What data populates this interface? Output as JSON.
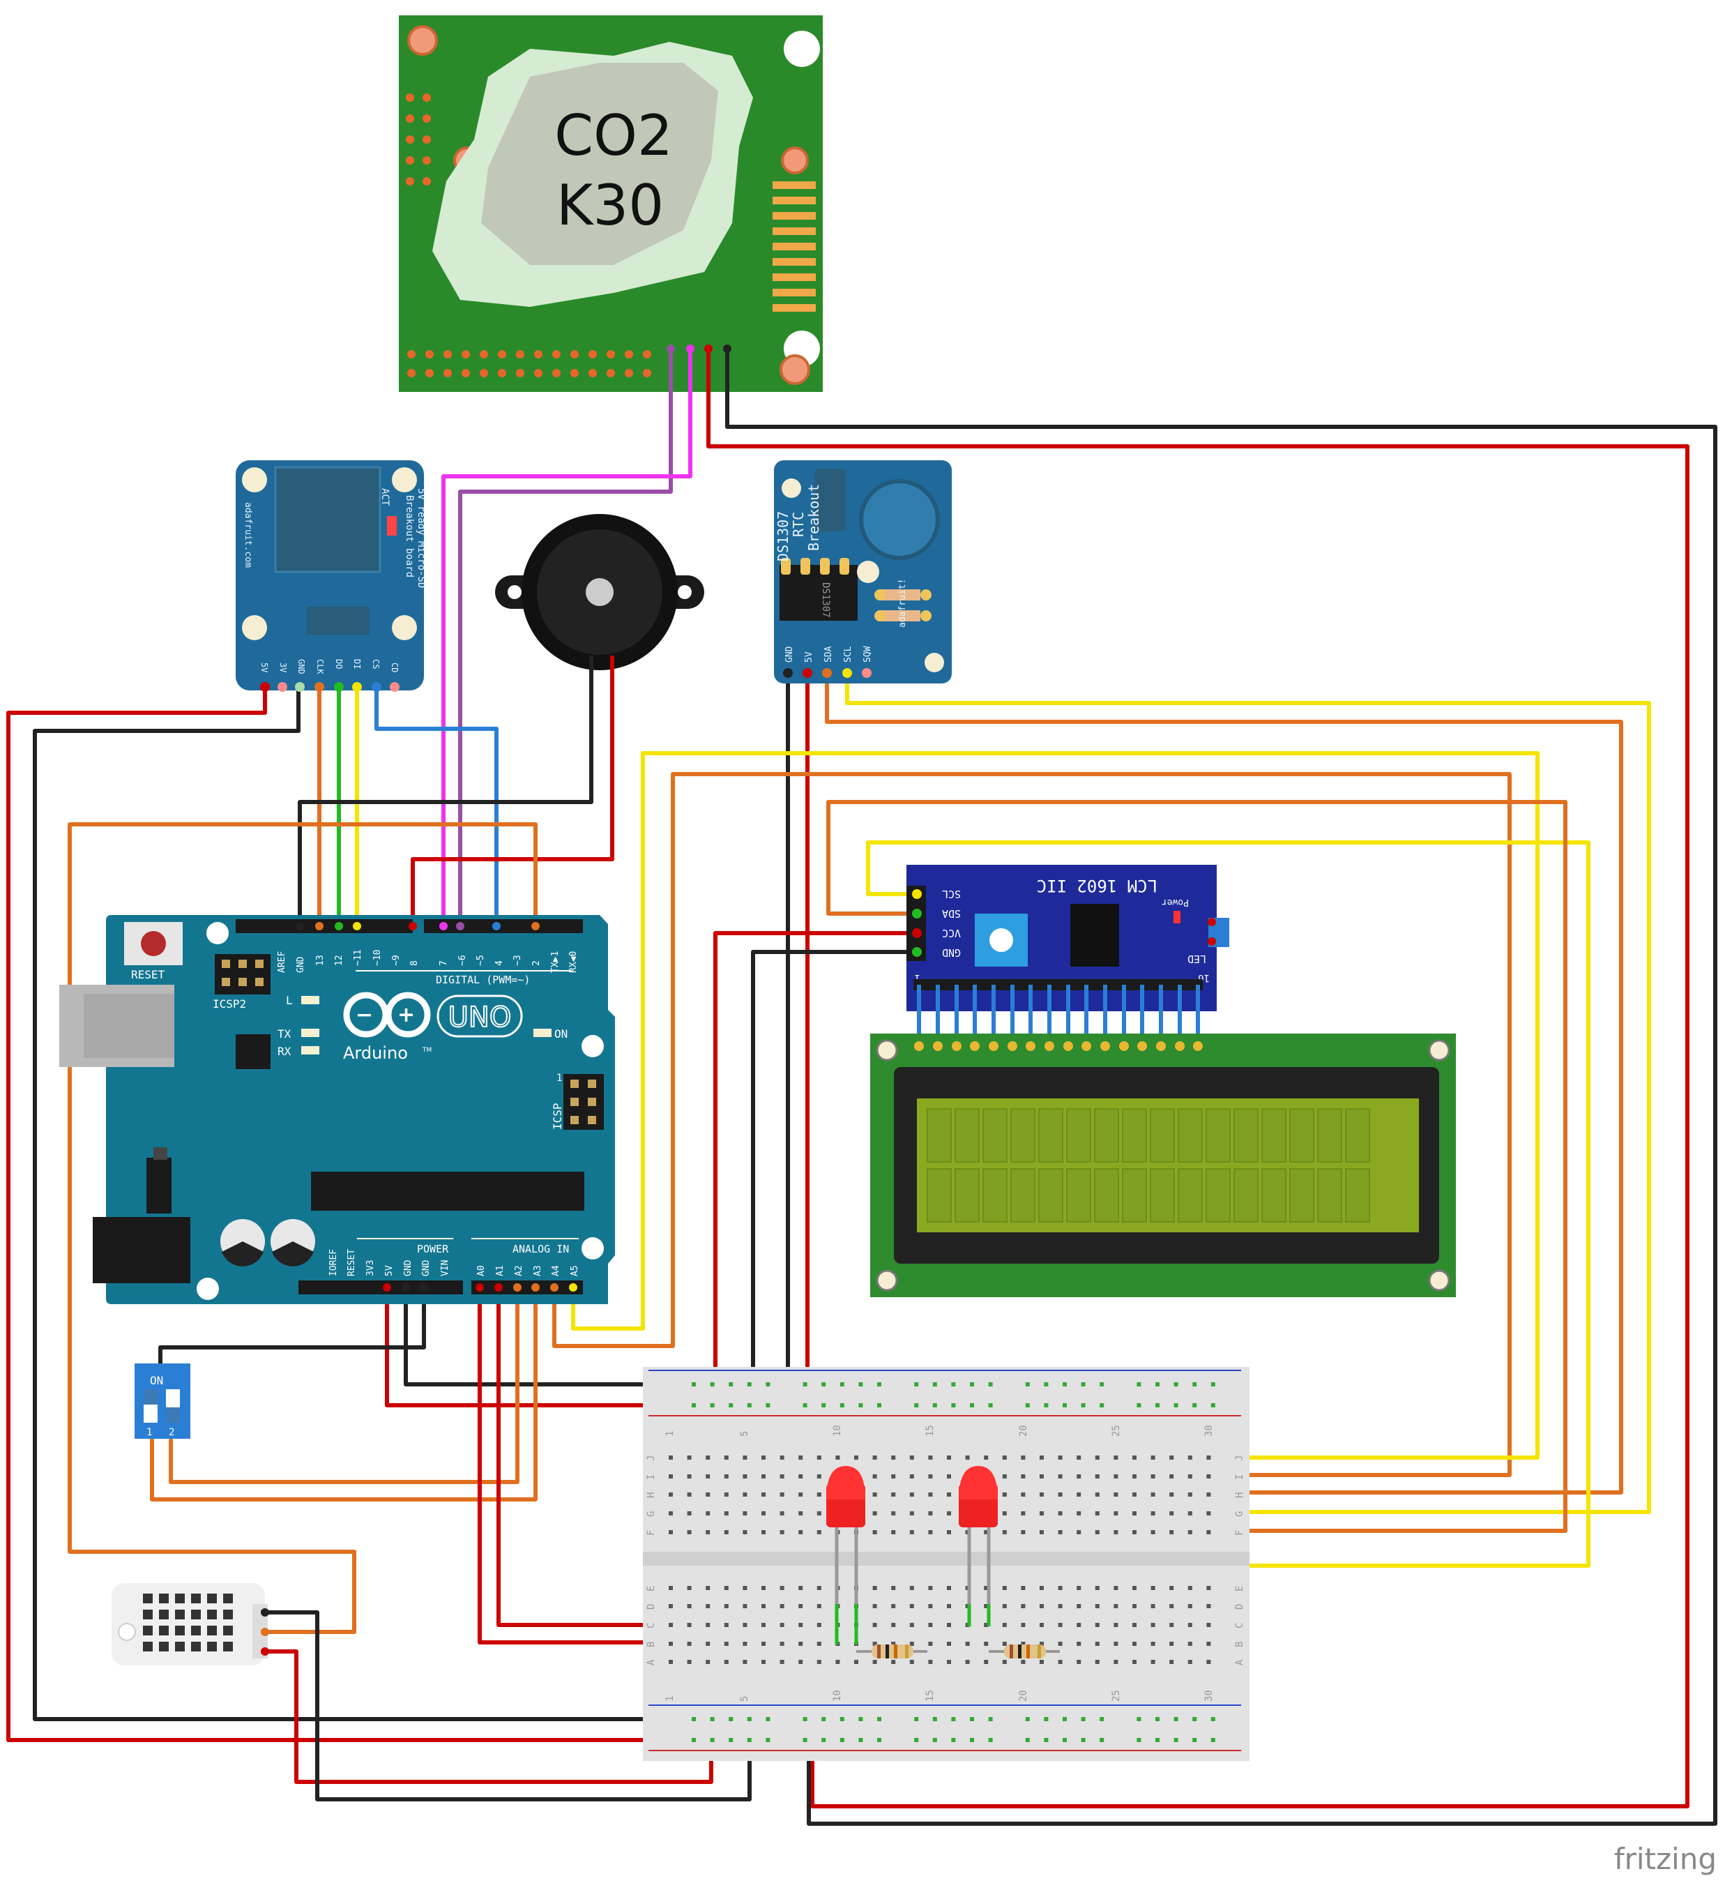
{
  "co2": {
    "line1": "CO2",
    "line2": "K30"
  },
  "sd": {
    "brand": "adafruit.com",
    "title_line1": "5V ready Micro-SD",
    "title_line2": "Breakout board",
    "act": "ACT",
    "pins": [
      "5V",
      "3V",
      "GND",
      "CLK",
      "DO",
      "DI",
      "CS",
      "CD"
    ]
  },
  "rtc": {
    "title_line1": "DS1307",
    "title_line2": "RTC",
    "title_line3": "Breakout",
    "chip": "DS1307",
    "brand": "adafruit!",
    "pins": [
      "GND",
      "5V",
      "SDA",
      "SCL",
      "SQW"
    ]
  },
  "i2c": {
    "title": "LCM 1602 IIC",
    "power": "Power",
    "led": "LED",
    "pins": [
      "SCL",
      "SDA",
      "VCC",
      "GND"
    ],
    "pin_first": "1",
    "pin_last": "16"
  },
  "arduino": {
    "reset": "RESET",
    "icsp2": "ICSP2",
    "icsp": "ICSP",
    "icsp_1": "1",
    "l": "L",
    "tx": "TX",
    "rx": "RX",
    "on": "ON",
    "uno": "UNO",
    "brand": "Arduino",
    "tm": "TM",
    "digital": "DIGITAL (PWM=~)",
    "power": "POWER",
    "analog": "ANALOG IN",
    "digital_pins": [
      "AREF",
      "GND",
      "13",
      "12",
      "~11",
      "~10",
      "~9",
      "8",
      "7",
      "~6",
      "~5",
      "4",
      "~3",
      "2",
      "TX▶1",
      "RX◀0"
    ],
    "power_pins": [
      "IOREF",
      "RESET",
      "3V3",
      "5V",
      "GND",
      "GND",
      "VIN"
    ],
    "analog_pins": [
      "A0",
      "A1",
      "A2",
      "A3",
      "A4",
      "A5"
    ]
  },
  "switch": {
    "on": "ON",
    "n1": "1",
    "n2": "2"
  },
  "breadboard": {
    "col_numbers": [
      "1",
      "5",
      "10",
      "15",
      "20",
      "25",
      "30"
    ],
    "rows_top": [
      "J",
      "I",
      "H",
      "G",
      "F"
    ],
    "rows_bottom": [
      "E",
      "D",
      "C",
      "B",
      "A"
    ]
  },
  "watermark": "fritzing",
  "colors": {
    "red": "#cc0000",
    "black": "#222222",
    "orange": "#e07020",
    "yellow": "#f5e400",
    "green": "#22bb22",
    "blue": "#2a7fd4",
    "magenta": "#ee33ee",
    "purple": "#9a4ea8",
    "pcb_green": "#2e8b2e",
    "arduino_teal": "#137691",
    "breakout_blue": "#1f6a9a",
    "i2c_navy": "#1e2a9a"
  }
}
